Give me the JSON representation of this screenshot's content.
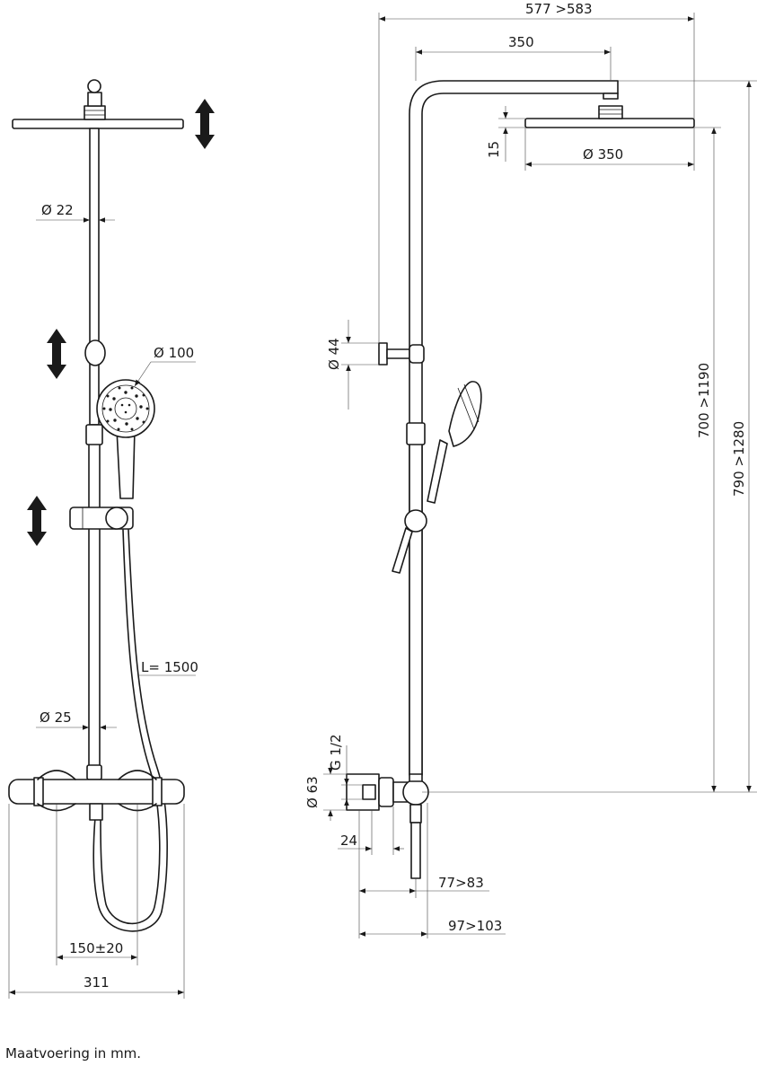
{
  "dimensions": {
    "arm_reach": "577 >583",
    "arm_length": "350",
    "head_thickness": "15",
    "head_diameter": "Ø 350",
    "rail_diameter": "Ø 22",
    "hand_shower_diameter": "Ø 100",
    "holder_diameter": "Ø 44",
    "hose_length": "L= 1500",
    "lower_pipe_diameter": "Ø 25",
    "height_short": "700 >1190",
    "height_tall": "790 >1280",
    "connection_thread": "G 1/2",
    "rosette_diameter": "Ø 63",
    "connection_offset": "24",
    "wall_distance_a": "77>83",
    "wall_distance_b": "97>103",
    "connection_spacing": "150±20",
    "mixer_width": "311"
  },
  "footnote": "Maatvoering in mm."
}
